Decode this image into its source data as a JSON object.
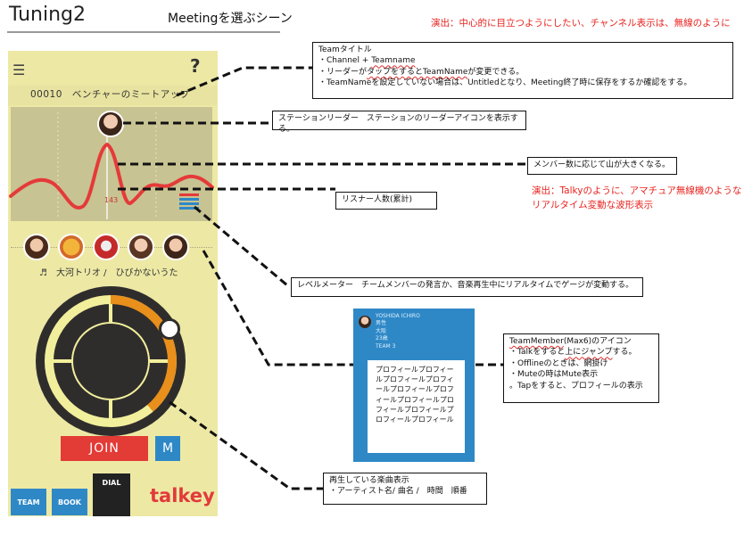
{
  "page": {
    "title": "Tuning2",
    "subtitle": "Meetingを選ぶシーン",
    "direction_note": "演出：中心的に目立つようにしたい、チャンネル表示は、無線のように"
  },
  "phone": {
    "menu_icon": "hamburger-icon",
    "help_label": "?",
    "team_title": "00010　ベンチャーのミートアップ",
    "listener_count": "143",
    "now_playing": "♬　大河トリオ /　ひびかないうた",
    "join_label": "JOIN",
    "m_label": "M",
    "tabs": {
      "team": "TEAM",
      "book": "BOOK",
      "dial": "DIAL"
    },
    "logo": "talkey",
    "level_bars": [
      "#e53a3a",
      "#2f88c6",
      "#2f88c6",
      "#2f88c6"
    ],
    "members": [
      "member-avatar-1",
      "member-avatar-2",
      "member-avatar-3",
      "member-avatar-4",
      "member-avatar-5"
    ]
  },
  "callouts": {
    "team": {
      "title": "Teamタイトル",
      "l1_pre": "・Channel + ",
      "l1_link": "Teamname",
      "l2_pre": "・リーダーが",
      "l2_s1": "タップをすると",
      "l2_s2": "TeamName",
      "l2_post": "が変更できる。",
      "l3": "・TeamNameを設定していない場合は、Untitledとなり、Meeting終了時に保存をするか確認をする。"
    },
    "leader": "ステーションリーダー　ステーションのリーダーアイコンを表示する。",
    "peak": "メンバー数に応じて山が大きくなる。",
    "listener": "リスナー人数(累計)",
    "direction_wave": [
      "演出：Talkyのように、アマチュア無線機のような",
      "リアルタイム変動な波形表示"
    ],
    "level": "レベルメーター　チームメンバーの発言か、音楽再生中にリアルタイムでゲージが変動する。",
    "member": {
      "title_link": "TeamMember",
      "title_post": "(Max6)のアイコン",
      "l1_pre": "・Talkをすると",
      "l1_link": "上にジャンプ",
      "l1_post": "する。",
      "l2": "・Offlineのときは、網掛け",
      "l3": "・Muteの時はMute表示",
      "l4": "。Tapをすると、プロフィールの表示"
    },
    "song": {
      "title": "再生している楽曲表示",
      "body": "・アーティスト名/ 曲名 /　時間　順番"
    }
  },
  "profile": {
    "name": "YOSHIDA ICHIRO",
    "meta": [
      "男性",
      "大阪",
      "23歳",
      "TEAM 3"
    ],
    "bio": "プロフィールプロフィールプロフィールプロフィールプロフィールプロフィールプロフィールプロフィールプロフィールプロフィールプロフィール"
  }
}
